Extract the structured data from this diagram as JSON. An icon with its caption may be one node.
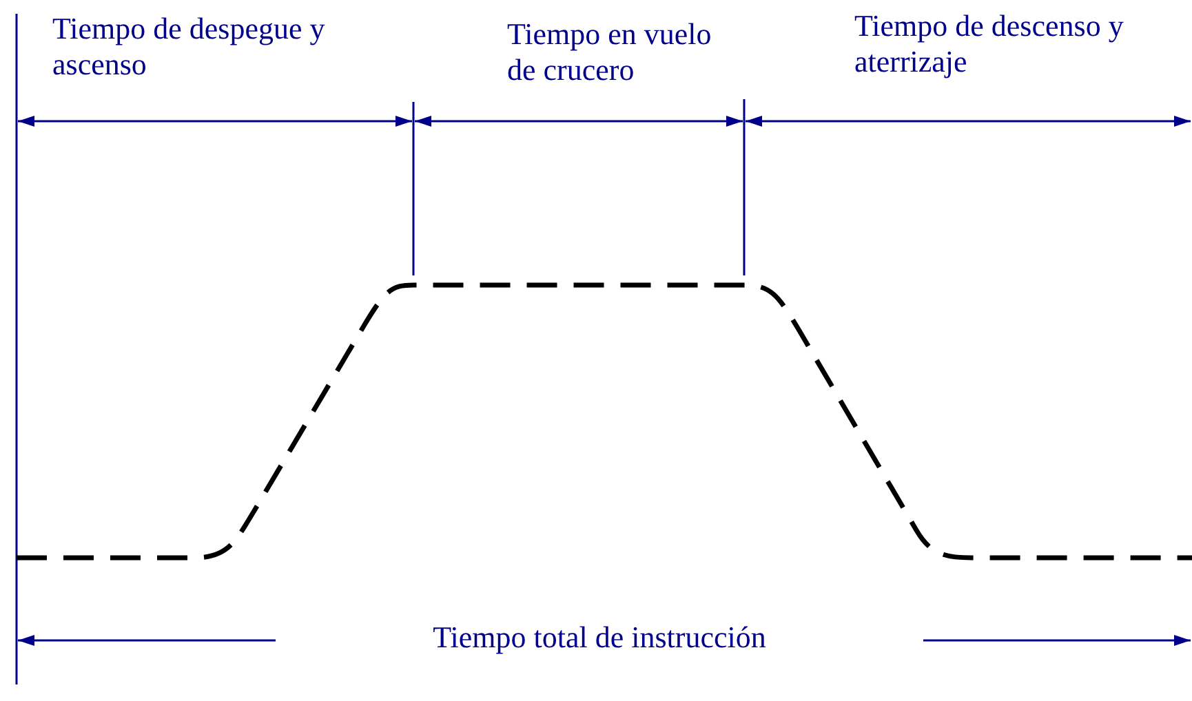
{
  "diagram": {
    "labels": [
      "Tiempo de despegue y ascenso",
      "Tiempo en vuelo de crucero",
      "Tiempo de descenso y aterrizaje",
      "Tiempo total de instrucción"
    ]
  }
}
